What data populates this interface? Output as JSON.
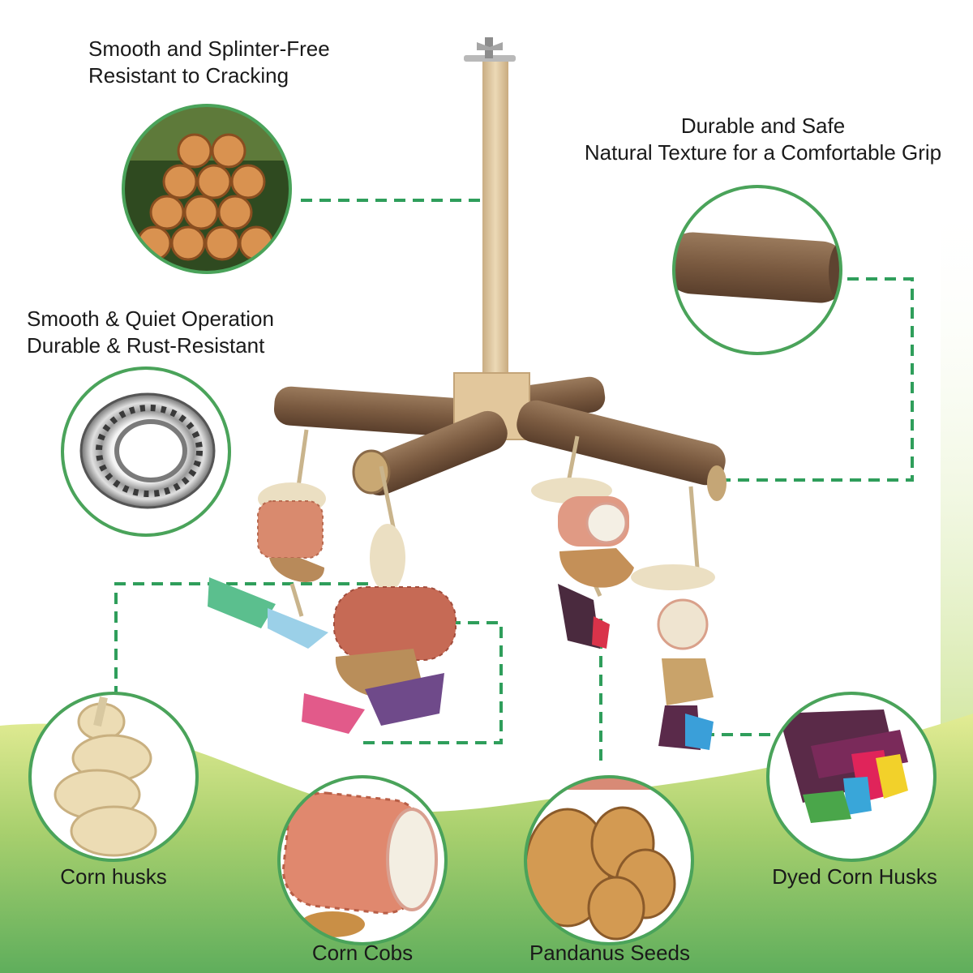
{
  "features": {
    "wood": {
      "line1": "Smooth and Splinter-Free",
      "line2": "Resistant to Cracking"
    },
    "bearing": {
      "line1": "Smooth & Quiet Operation",
      "line2": "Durable & Rust-Resistant"
    },
    "branch": {
      "line1": "Durable and Safe",
      "line2": "Natural Texture for a Comfortable Grip"
    }
  },
  "materials": {
    "husks": "Corn husks",
    "cobs": "Corn Cobs",
    "seeds": "Pandanus Seeds",
    "dyed": "Dyed Corn Husks"
  },
  "colors": {
    "accent": "#2f9e5b",
    "ring": "#4aa35a",
    "ground_light": "#d9e88a",
    "ground_dark": "#62b060"
  }
}
